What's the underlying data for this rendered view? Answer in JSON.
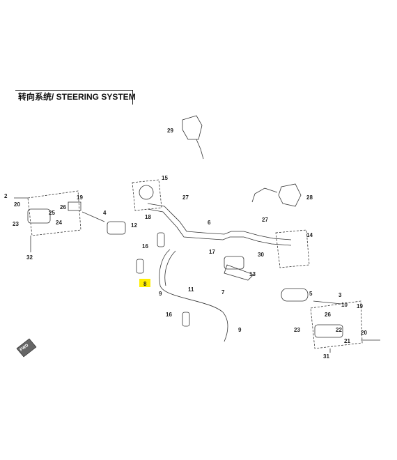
{
  "title": "转向系统/ STEERING SYSTEM",
  "highlight_color": "#ffee00",
  "callouts": [
    {
      "n": "29",
      "highlight": false
    },
    {
      "n": "15",
      "highlight": false
    },
    {
      "n": "27",
      "highlight": false
    },
    {
      "n": "28",
      "highlight": false
    },
    {
      "n": "2",
      "highlight": false
    },
    {
      "n": "19",
      "highlight": false
    },
    {
      "n": "20",
      "highlight": false
    },
    {
      "n": "26",
      "highlight": false
    },
    {
      "n": "4",
      "highlight": false
    },
    {
      "n": "18",
      "highlight": false
    },
    {
      "n": "25",
      "highlight": false
    },
    {
      "n": "24",
      "highlight": false
    },
    {
      "n": "23",
      "highlight": false
    },
    {
      "n": "12",
      "highlight": false
    },
    {
      "n": "6",
      "highlight": false
    },
    {
      "n": "27",
      "highlight": false
    },
    {
      "n": "14",
      "highlight": false
    },
    {
      "n": "16",
      "highlight": false
    },
    {
      "n": "17",
      "highlight": false
    },
    {
      "n": "30",
      "highlight": false
    },
    {
      "n": "32",
      "highlight": false
    },
    {
      "n": "13",
      "highlight": false
    },
    {
      "n": "8",
      "highlight": true
    },
    {
      "n": "9",
      "highlight": false
    },
    {
      "n": "11",
      "highlight": false
    },
    {
      "n": "7",
      "highlight": false
    },
    {
      "n": "5",
      "highlight": false
    },
    {
      "n": "3",
      "highlight": false
    },
    {
      "n": "10",
      "highlight": false
    },
    {
      "n": "19",
      "highlight": false
    },
    {
      "n": "16",
      "highlight": false
    },
    {
      "n": "26",
      "highlight": false
    },
    {
      "n": "9",
      "highlight": false
    },
    {
      "n": "23",
      "highlight": false
    },
    {
      "n": "22",
      "highlight": false
    },
    {
      "n": "20",
      "highlight": false
    },
    {
      "n": "21",
      "highlight": false
    },
    {
      "n": "31",
      "highlight": false
    }
  ],
  "fwd_badge": "FWD"
}
